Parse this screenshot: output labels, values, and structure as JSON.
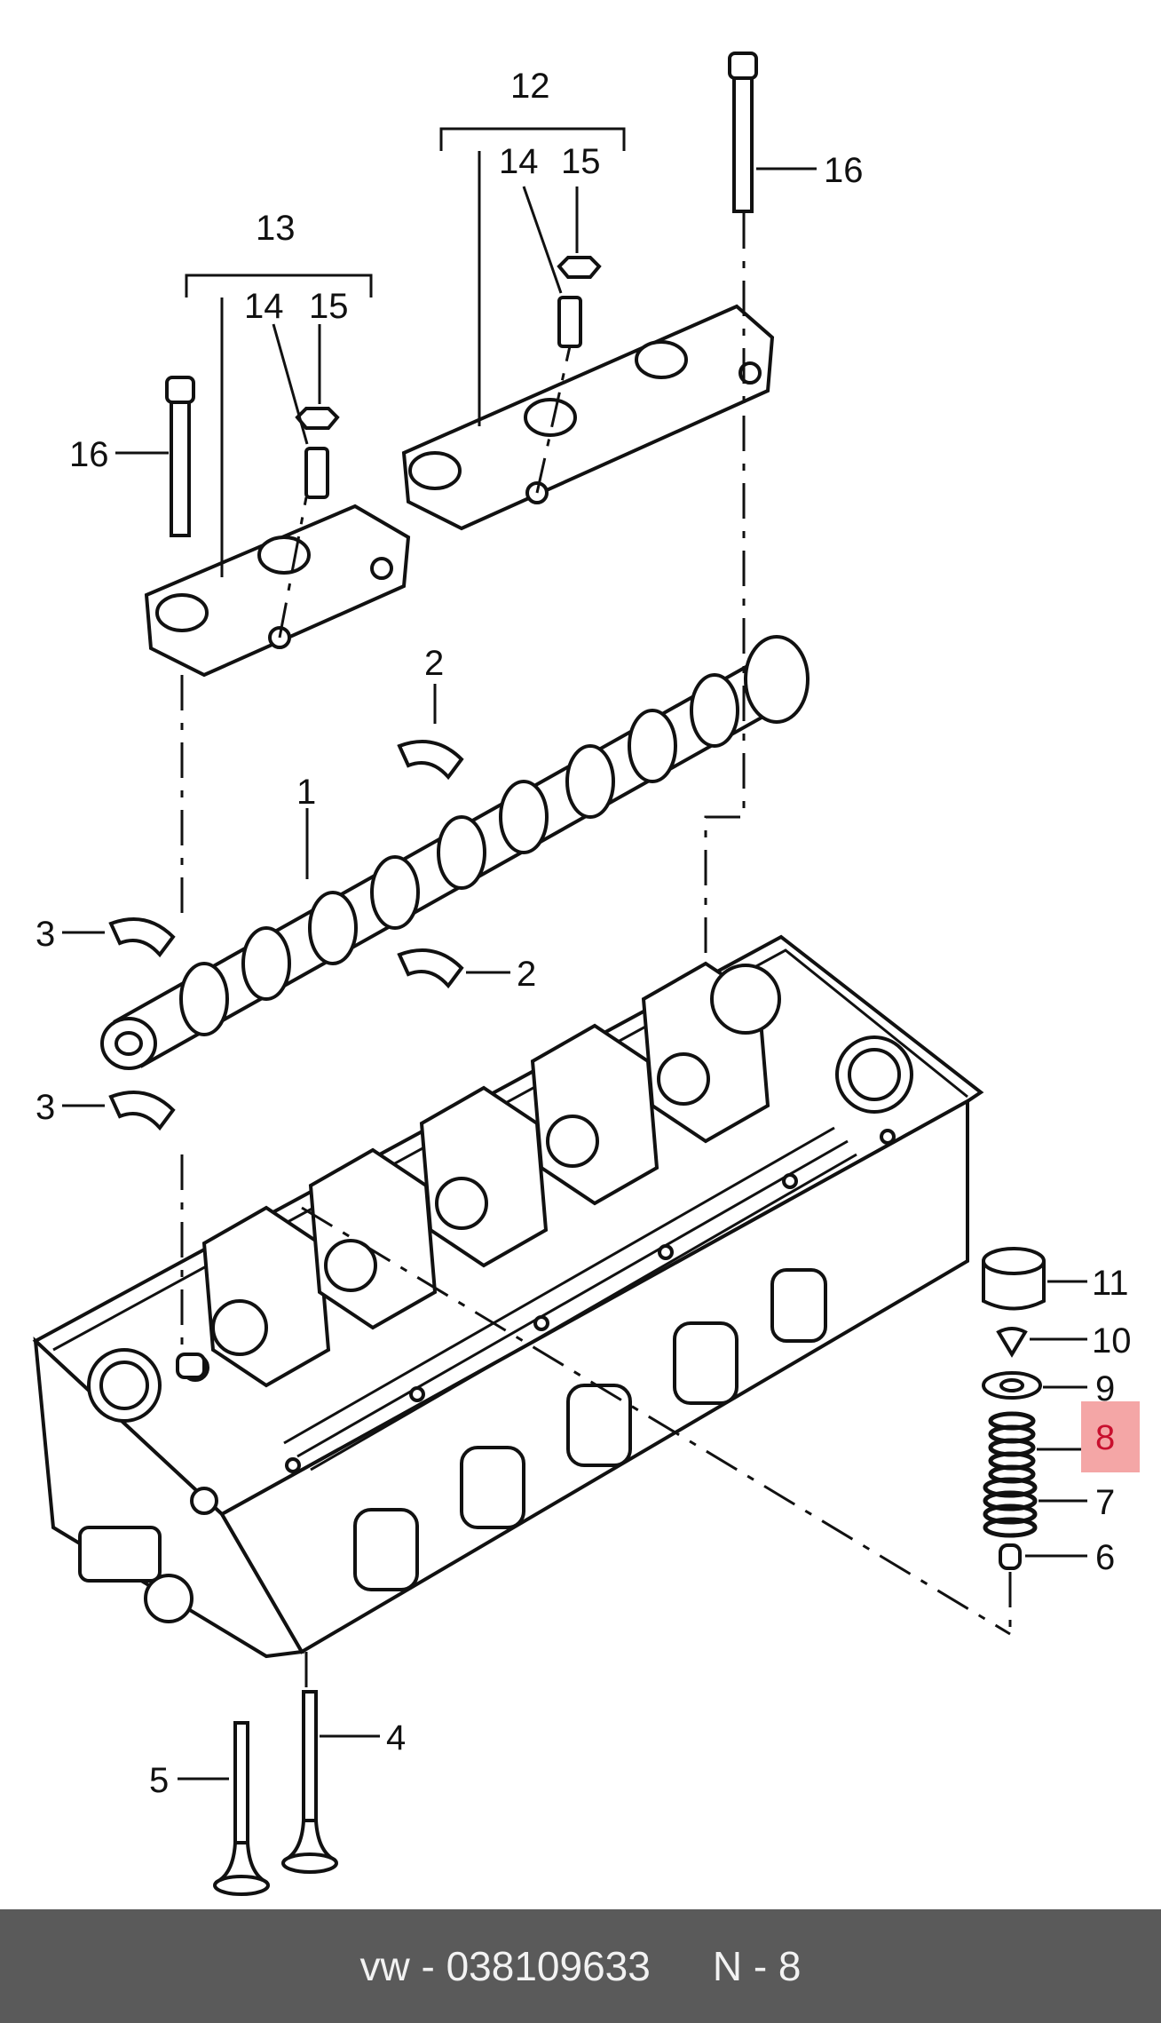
{
  "diagram": {
    "labels": {
      "l1": "1",
      "l2a": "2",
      "l2b": "2",
      "l3a": "3",
      "l3b": "3",
      "l4": "4",
      "l5": "5",
      "l6": "6",
      "l7": "7",
      "l8": "8",
      "l9": "9",
      "l10": "10",
      "l11": "11",
      "l12": "12",
      "l13": "13",
      "l14a": "14",
      "l14b": "14",
      "l15a": "15",
      "l15b": "15",
      "l16a": "16",
      "l16b": "16"
    },
    "highlighted_part": "8",
    "highlight_color": "#f4a6a6"
  },
  "footer": {
    "part_ref": "vw - 038109633",
    "position_ref": "N - 8"
  }
}
